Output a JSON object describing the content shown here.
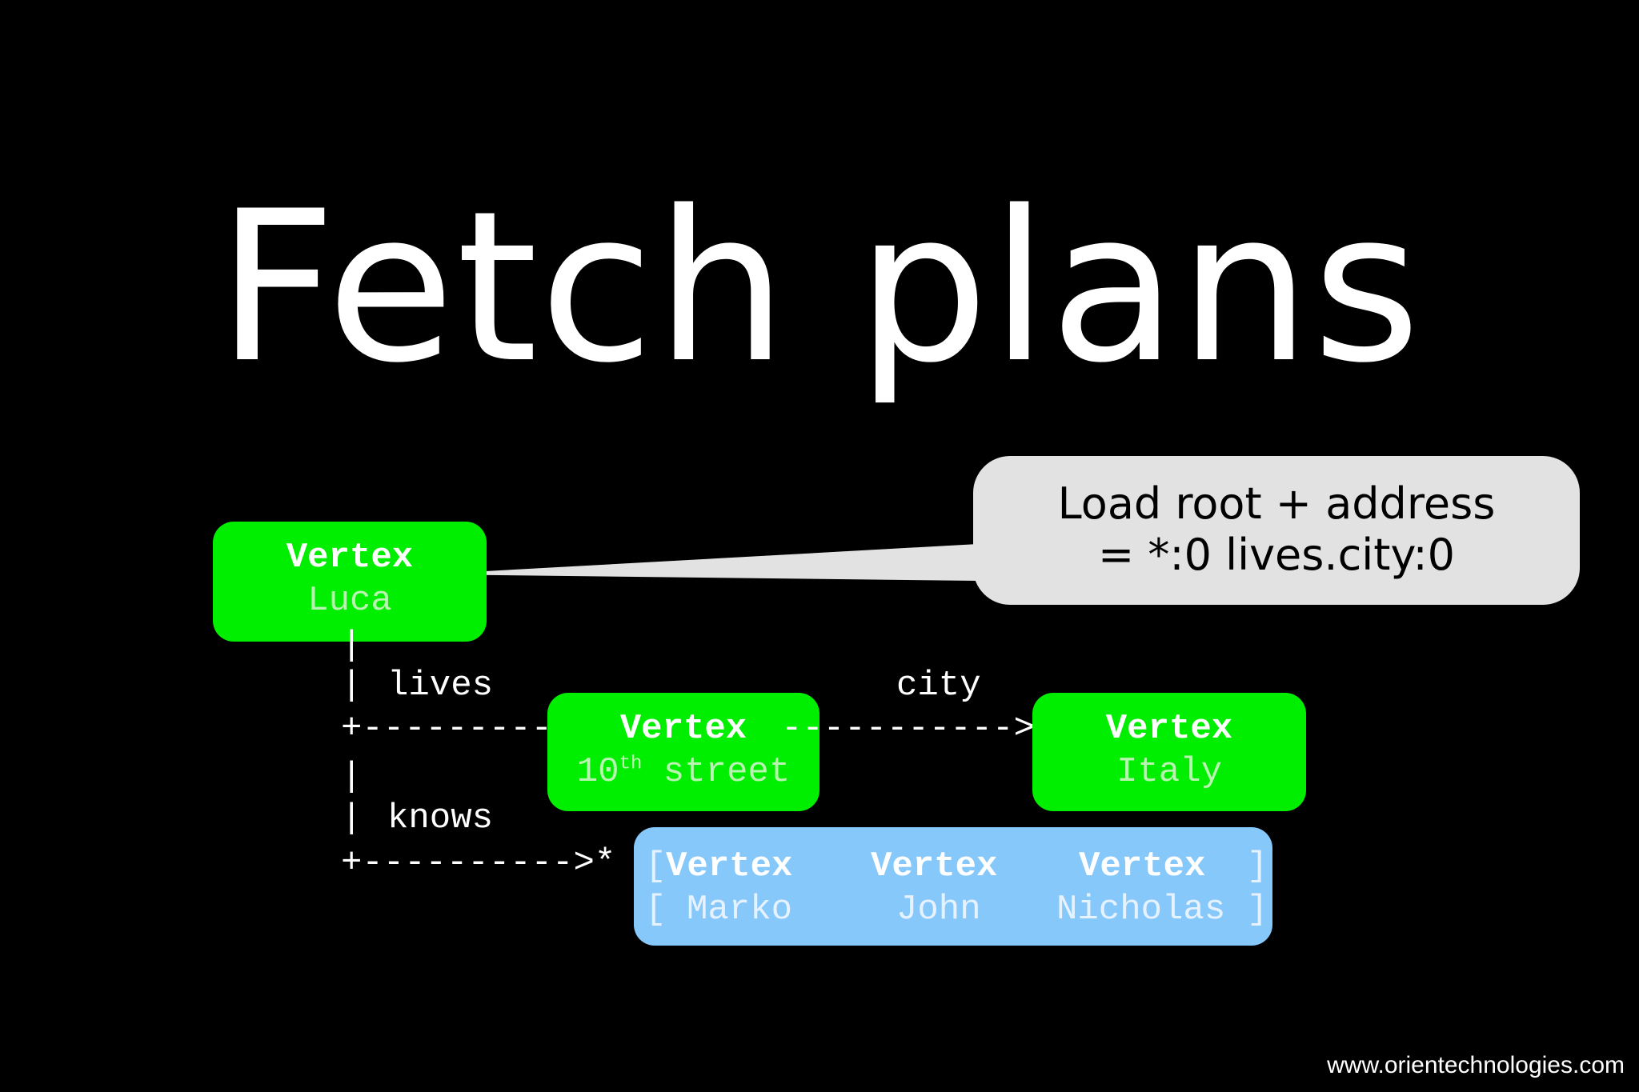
{
  "title": "Fetch plans",
  "callout": {
    "line1": "Load root + address",
    "line2": "= *:0 lives.city:0"
  },
  "nodes": {
    "luca": {
      "type": "Vertex",
      "value": "Luca"
    },
    "street": {
      "type": "Vertex",
      "value": "10",
      "superscript": "th",
      "suffix": " street"
    },
    "italy": {
      "type": "Vertex",
      "value": "Italy"
    }
  },
  "edges": {
    "lives": "lives",
    "city": "city",
    "knows": "knows"
  },
  "connectors": {
    "pipe": "|",
    "lives_arrow": "+---------> ",
    "city_arrow": "-----------> ",
    "knows_arrow": "+---------->*"
  },
  "list": {
    "open_bracket_top": "[",
    "close_bracket_top": "]",
    "open_bracket_bottom": "[",
    "close_bracket_bottom": "]",
    "items": [
      {
        "type": "Vertex",
        "value": "Marko"
      },
      {
        "type": "Vertex",
        "value": "John"
      },
      {
        "type": "Vertex",
        "value": "Nicholas"
      }
    ]
  },
  "footer": "www.orientechnologies.com",
  "colors": {
    "background": "#000000",
    "vertex_green": "#00ee00",
    "list_blue": "#87c8fb",
    "callout_gray": "#e2e2e2"
  }
}
